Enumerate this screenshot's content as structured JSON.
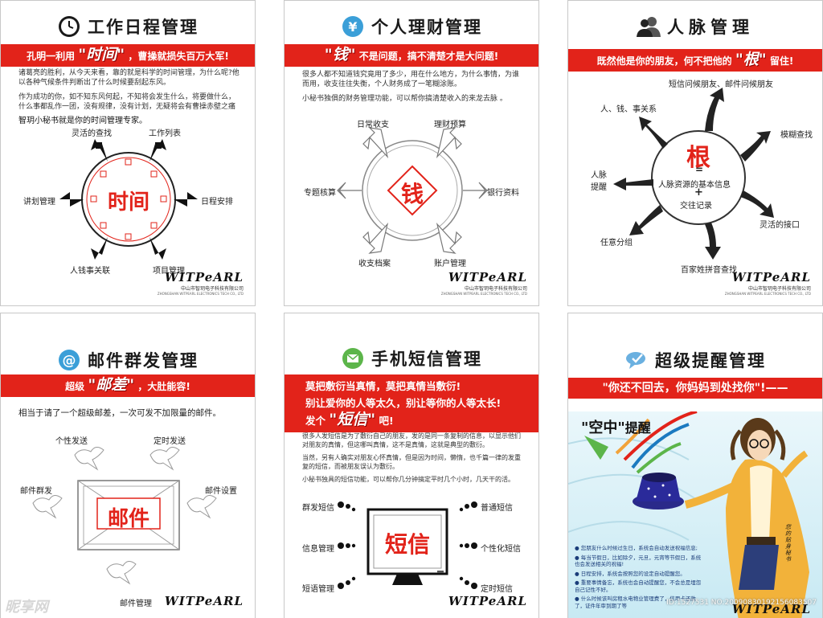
{
  "brand": {
    "logo": "WITPeARL",
    "cn": "中山市智玥电子科技有限公司",
    "en": "ZHONGSHAN WITPEARL ELECTRONICS TECH CO., LTD"
  },
  "p1": {
    "title": "工作日程管理",
    "banner_pre": "孔明一利用",
    "banner_big": "\"时间\"",
    "banner_post": "，曹操就损失百万大军!",
    "text1": "诸葛亮的胜利，从今天来看，靠的就是科学的时间管理，为什么呢?他以各种气候条件判断出了什么时候要刮起东风。",
    "text2": "作为成功的你，如不知东风何起，不知将会发生什么，将要做什么，什么事都乱作一团，没有规律，没有计划，无疑将会有曹操赤壁之痛",
    "tagline": "智玥小秘书就是你的时间管理专家。",
    "center": "时间",
    "labels": [
      "灵活的查找",
      "工作列表",
      "日程安排",
      "项目管理",
      "人钱事关联",
      "讲划管理"
    ]
  },
  "p2": {
    "title": "个人理财管理",
    "banner_big": "\"钱\"",
    "banner_post": "不是问题，搞不清楚才是大问题!",
    "text1": "很多人都不知道钱究竟用了多少，用在什么地方，为什么事情，为谁而用，收支往往失衡，个人财务成了一笔糊涂账。",
    "text2": "小秘书独俱的财务管理功能，可以帮你搞清楚收入的来龙去脉 。",
    "center": "钱",
    "labels": [
      "日常收支",
      "理财预算",
      "银行资料",
      "账户管理",
      "收支档案",
      "专题核算"
    ]
  },
  "p3": {
    "title": "人脉管理",
    "banner_pre": "既然他是你的朋友，何不把他的",
    "banner_big": "\"根\"",
    "banner_post": "留住!",
    "center": "根",
    "eq": "=",
    "line1": "人脉资源的基本信息",
    "plus": "+",
    "line2": "交往记录",
    "labels": [
      "短信问候朋友、邮件问候朋友",
      "模糊查找",
      "灵活的接口",
      "百家姓拼音查找",
      "任意分组",
      "人脉提醒",
      "人、钱、事关系"
    ]
  },
  "p4": {
    "title": "邮件群发管理",
    "banner_pre": "超级",
    "banner_big": "\"邮差\"",
    "banner_post": "，大肚能容!",
    "sub": "相当于请了一个超级邮差，一次可发不加限量的邮件。",
    "center": "邮件",
    "labels": [
      "个性发送",
      "定时发送",
      "邮件设置",
      "邮件管理",
      "邮件群发"
    ]
  },
  "p5": {
    "title": "手机短信管理",
    "banner_l1": "莫把敷衍当真情，莫把真情当敷衍!",
    "banner_l2": "别让爱你的人等太久，别让等你的人等太长!",
    "banner_l3_pre": "发个",
    "banner_big": "\"短信\"",
    "banner_l3_post": "吧!",
    "text1": "很多人发短信是为了敷衍自己的朋友，发的是同一条复制的信息，以显示他们对朋友的真情，但这哪叫真情，这不是真情，这就是典型的敷衍。",
    "text2": "当然，另有人确实对朋友心怀真情，但是因为时间，懒惰，也千篇一律的发重复的短信，而被朋友误认为敷衍。",
    "text3": "小秘书独具的短信功能，可以帮你几分钟搞定平时几个小时，几天干的活。",
    "center": "短信",
    "labels": [
      "群发短信",
      "信息管理",
      "短语管理",
      "普通短信",
      "个性化短信",
      "定时短信"
    ]
  },
  "p6": {
    "title": "超级提醒管理",
    "banner": "\"你还不回去，你妈妈到处找你\"!——",
    "kong_big": "\"空中\"",
    "kong_post": "提醒",
    "bullets": [
      "● 您朋友什么时候过生日，系统会自动发送祝福信息;",
      "● 每当节假日，比如除夕，元旦，元宵等节假日，系统也会发送相关的祝福!",
      "● 日程安排，系统会按照您的设定自动提醒您。",
      "● 重要事情备忘，系统也会自动提醒您，不会总是埋怨自己记性不好。",
      "● 什么时候该叫房租水电物业管理费了，信用卡还款了，证件年审到期了等"
    ],
    "sig": "您的贴身秘书"
  },
  "watermark": {
    "site": "昵享网",
    "id": "ID:1527531 NO:20090830192156083507"
  }
}
